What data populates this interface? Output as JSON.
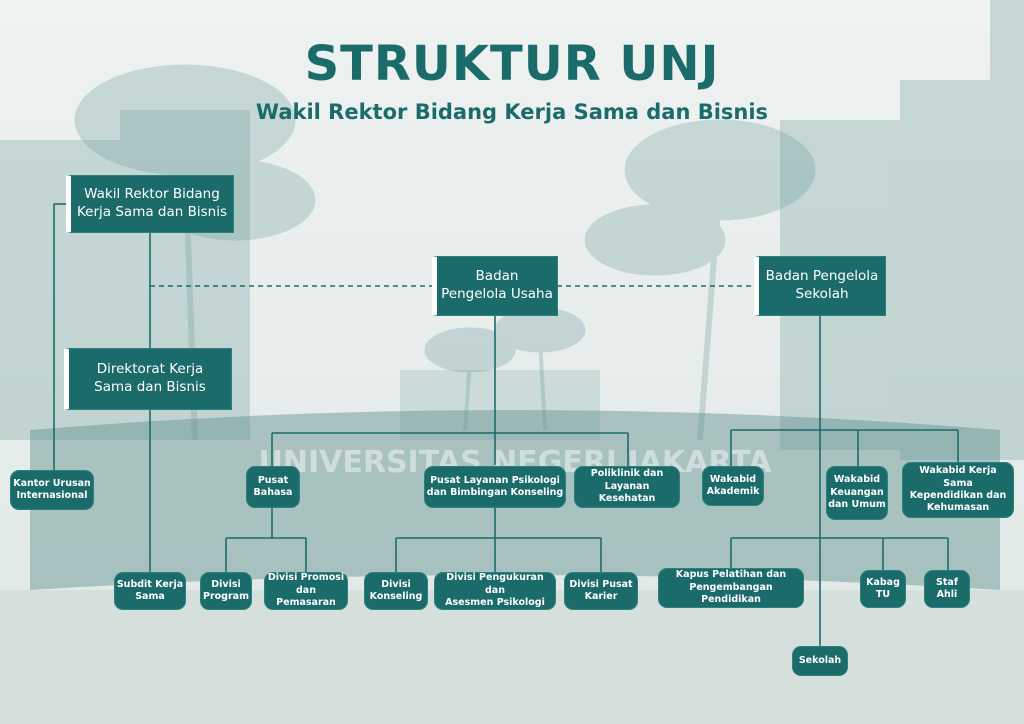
{
  "title": "STRUKTUR UNJ",
  "subtitle": "Wakil Rektor Bidang Kerja Sama dan Bisnis",
  "background_text": "UNIVERSITAS NEGERI JAKARTA",
  "colors": {
    "node": "#1c6b6b",
    "title": "#1c6b6b",
    "line": "#1c6b6b",
    "text": "#ffffff"
  },
  "nodes": {
    "wakil_rektor": "Wakil Rektor Bidang\nKerja Sama dan Bisnis",
    "badan_usaha": "Badan\nPengelola Usaha",
    "badan_sekolah": "Badan Pengelola\nSekolah",
    "direktorat": "Direktorat Kerja\nSama dan Bisnis",
    "kantor_internasional": "Kantor Urusan\nInternasional",
    "pusat_bahasa": "Pusat\nBahasa",
    "pusat_psikologi": "Pusat Layanan Psikologi\ndan Bimbingan Konseling",
    "poliklinik": "Poliklinik dan\nLayanan Kesehatan",
    "wakabid_akademik": "Wakabid\nAkademik",
    "wakabid_keuangan": "Wakabid\nKeuangan\ndan Umum",
    "wakabid_kerja_sama": "Wakabid Kerja Sama\nKependidikan dan\nKehumasan",
    "subdit": "Subdit Kerja\nSama",
    "divisi_program": "Divisi\nProgram",
    "divisi_promosi": "Divisi Promosi\ndan Pemasaran",
    "divisi_konseling": "Divisi\nKonseling",
    "divisi_pengukuran": "Divisi Pengukuran dan\nAsesmen Psikologi",
    "divisi_karier": "Divisi Pusat\nKarier",
    "kapus_pelatihan": "Kapus Pelatihan dan\nPengembangan Pendidikan",
    "kabag_tu": "Kabag\nTU",
    "staf_ahli": "Staf\nAhli",
    "sekolah": "Sekolah"
  }
}
